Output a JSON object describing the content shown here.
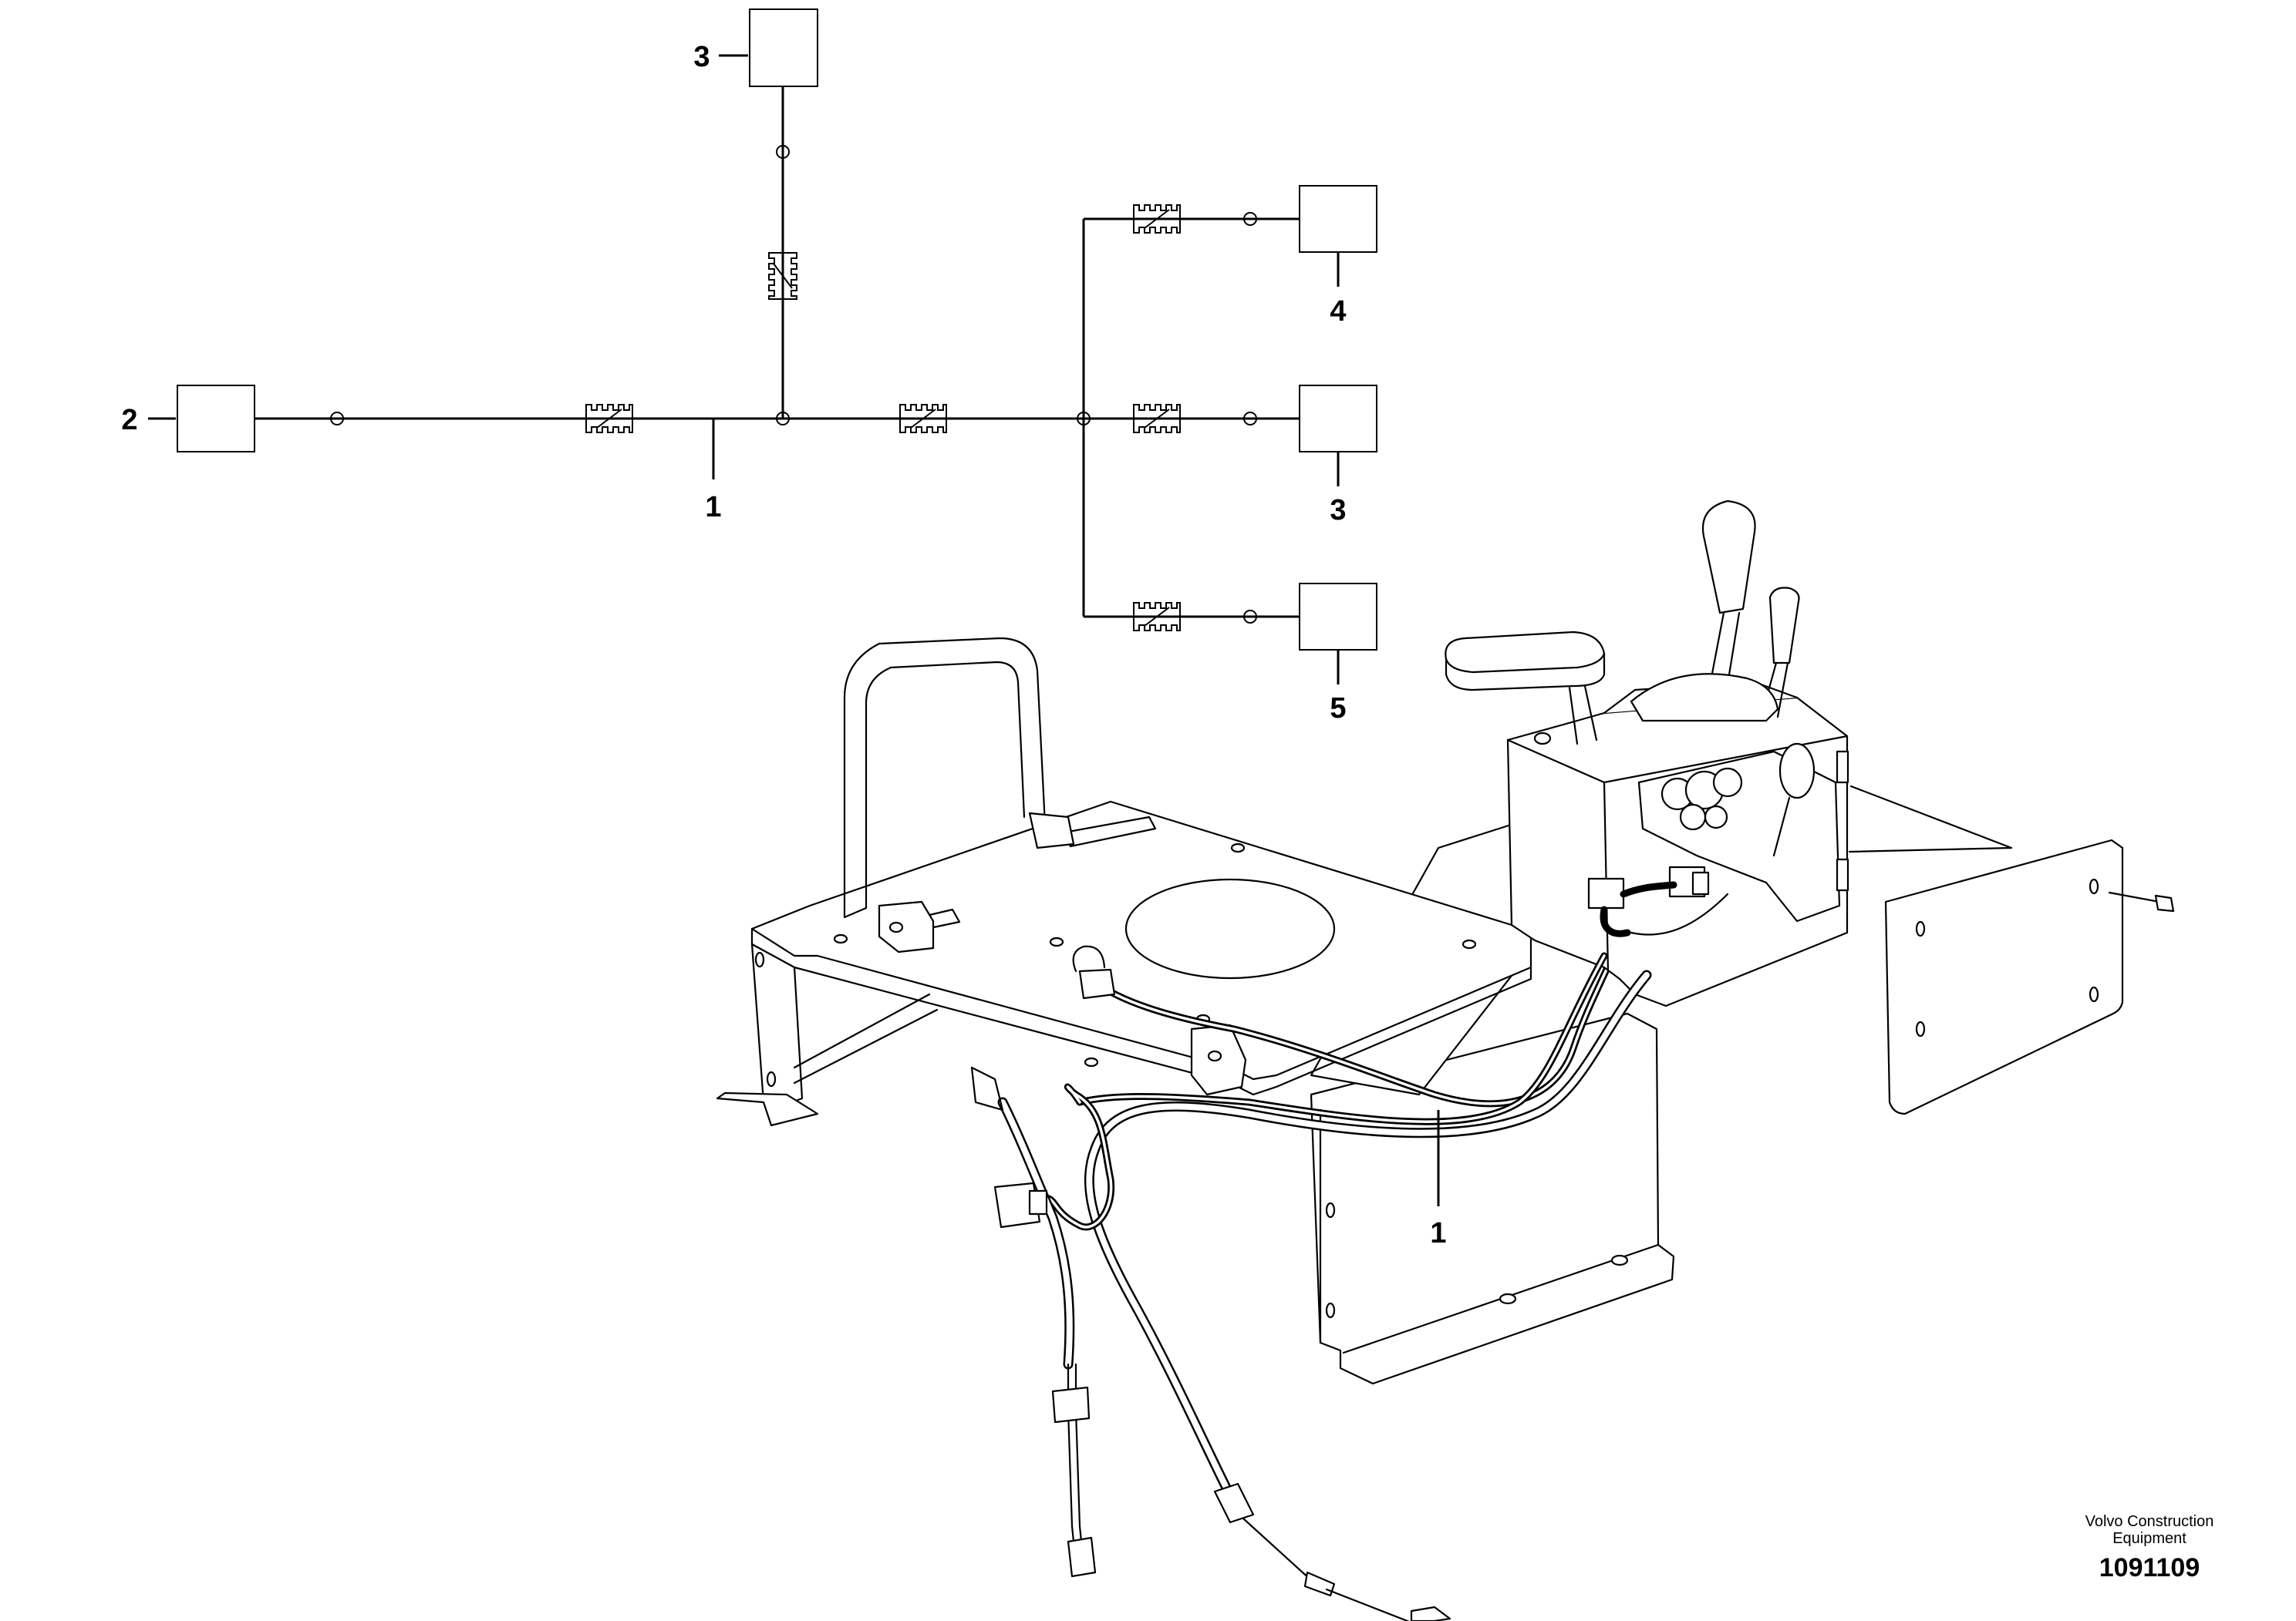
{
  "callouts": {
    "c1_top": "1",
    "c2": "2",
    "c3_top": "3",
    "c3_right": "3",
    "c4": "4",
    "c5": "5",
    "c1_bottom": "1"
  },
  "branding": {
    "company_line1": "Volvo Construction",
    "company_line2": "Equipment",
    "drawing_number": "1091109"
  }
}
